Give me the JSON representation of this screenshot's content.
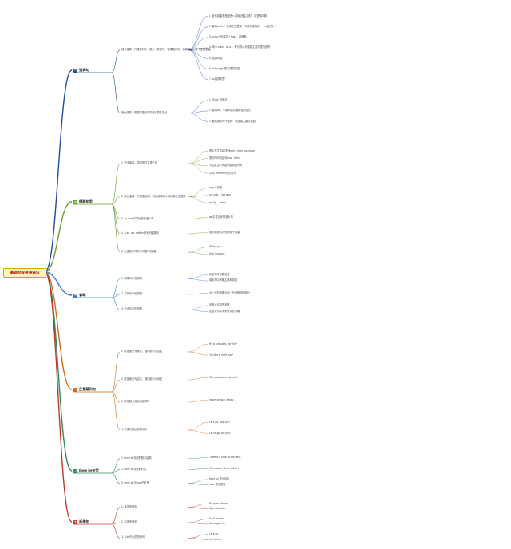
{
  "root": {
    "label": "基础阶段英语语法"
  },
  "branches": [
    {
      "name": "强调句",
      "color": "#1f4e9c",
      "icon": "pen-icon"
    },
    {
      "name": "倒装句型",
      "color": "#6a9e2f",
      "icon": "star-icon"
    },
    {
      "name": "省略",
      "color": "#3a7bd5",
      "icon": "flag-icon"
    },
    {
      "name": "反意疑问句",
      "color": "#d2691e",
      "icon": "puzzle-icon"
    },
    {
      "name": "there be句型",
      "color": "#2e8b57",
      "icon": "thumb-icon"
    },
    {
      "name": "祈使句",
      "color": "#c0392b",
      "icon": "heart-icon"
    }
  ],
  "nodes": [
    {
      "b": 0,
      "t": "部分强调：只强调句中一部分（陈述句、特殊疑问句、强调前后）属于主语倒装",
      "c": [
        "1. 含有或者表程度的n.(词组)做主语时，谓语用单数：",
        "2. 使用a /the + 名词在该强调（不表示概括时）+ n.(名)的 ...",
        "3. so/so+ 形容词 + that ... 强调其...",
        "4. 用 in each，as a ... 等引导从句强调主语谓语的结构",
        "5. 强调句型...",
        "6. In/through 表示强调谓语...",
        "7. so强调句型"
      ]
    },
    {
      "b": 0,
      "t": "完全强调：强调谓语动词时用于表达观点",
      "c": [
        "1. There 的用法",
        "2. 使用do，不用do表示使用强调形式",
        "3. 被强调的句子结构：是强调主题与谓语"
      ]
    },
    {
      "b": 1,
      "t": "1. 完全倒装：谓语放在主语之前",
      "c": [
        "表示方位的副词如here，there, up, down",
        "表示时间的副词now，then",
        "以否定意义的副词或短语开头",
        "以so, neither开头的句子"
      ]
    },
    {
      "b": 1,
      "t": "2. 部分倒装：只把助动词、情态动词或be动词放在主语前",
      "c": [
        "only + 状语",
        "not only ... but also",
        "hardly ... when"
      ]
    },
    {
      "b": 1,
      "t": "3. as, than引导比较状语从句",
      "c": [
        "as 引导让步状语从句"
      ]
    },
    {
      "b": 1,
      "t": "4. 以so, nor, neither开头的倒装句",
      "c": [
        "表示前述情况也适用于后者"
      ]
    },
    {
      "b": 1,
      "t": "5. 在虚拟条件句中省略if时倒装",
      "c": [
        "Were I you ...",
        "Had I known ..."
      ]
    },
    {
      "b": 2,
      "t": "1. 简单句中的省略",
      "c": [
        "祈使句中省略主语",
        "感叹句中省略主语和谓语"
      ]
    },
    {
      "b": 2,
      "t": "2. 并列句中的省略",
      "c": [
        "后一分句省略与前一分句相同的部分"
      ]
    },
    {
      "b": 2,
      "t": "3. 复合句中的省略",
      "c": [
        "状语从句中的省略",
        "定语从句中关系代词的省略"
      ]
    },
    {
      "b": 3,
      "t": "1. 陈述部分为肯定，疑问部分为否定",
      "c": [
        "He is a student, isn't he?",
        "You like it, don't you?"
      ]
    },
    {
      "b": 3,
      "t": "2. 陈述部分为否定，疑问部分为肯定",
      "c": [
        "She can't swim, can she?"
      ]
    },
    {
      "b": 3,
      "t": "3. 陈述部分含有否定词时",
      "c": [
        "never, seldom, hardly ..."
      ]
    },
    {
      "b": 3,
      "t": "4. 祈使句的反意疑问句",
      "c": [
        "Let's go, shall we?",
        "Let us go, will you?"
      ]
    },
    {
      "b": 4,
      "t": "1. there be句型的基本结构",
      "c": [
        "There is a book on the desk."
      ]
    },
    {
      "b": 4,
      "t": "2. there be句型的时态",
      "c": [
        "There was / There will be ..."
      ]
    },
    {
      "b": 4,
      "t": "3. there be与have的区别",
      "c": [
        "there be 表示存在",
        "have 表示拥有"
      ]
    },
    {
      "b": 5,
      "t": "1. 肯定祈使句",
      "c": [
        "Be quiet, please.",
        "Open the door."
      ]
    },
    {
      "b": 5,
      "t": "2. 否定祈使句",
      "c": [
        "Don't be late.",
        "Never give up."
      ]
    },
    {
      "b": 5,
      "t": "3. 以let开头的祈使句",
      "c": [
        "Let's go.",
        "Let him try."
      ]
    }
  ]
}
